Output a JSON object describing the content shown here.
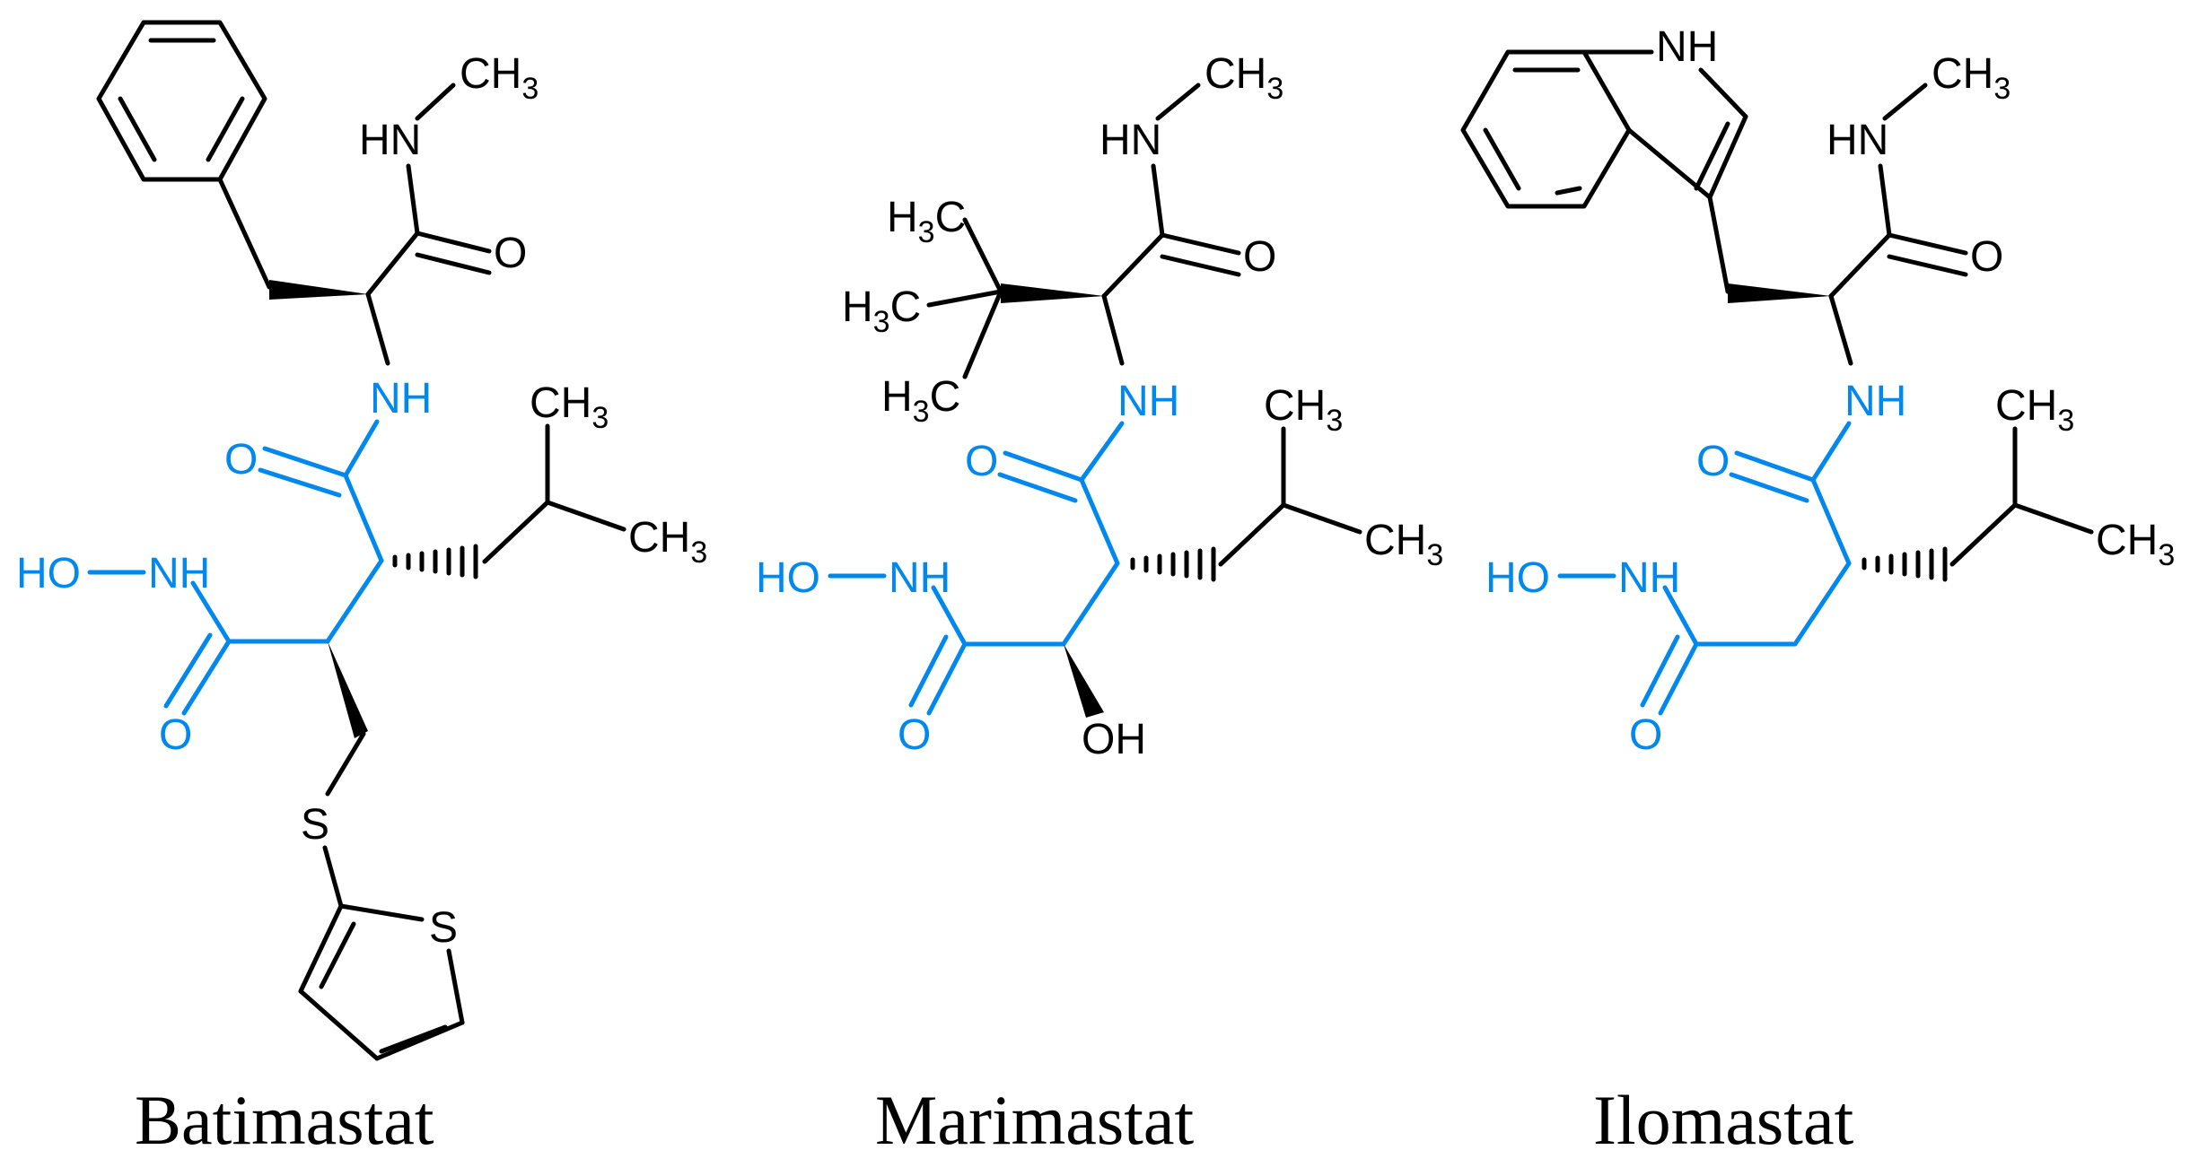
{
  "colors": {
    "bond": "#000000",
    "highlight": "#0088ee"
  },
  "atoms": {
    "methyl": "CH",
    "methyl_left": "H",
    "three": "3",
    "amide_nh_left": "HN",
    "amide_nh_right": "NH",
    "oxygen": "O",
    "hydroxyl_left": "HO",
    "hydroxyl_right": "OH",
    "sulfur": "S",
    "indole_nh": "NH",
    "c": "C"
  },
  "molecules": [
    {
      "name": "Batimastat"
    },
    {
      "name": "Marimastat"
    },
    {
      "name": "Ilomastat"
    }
  ]
}
